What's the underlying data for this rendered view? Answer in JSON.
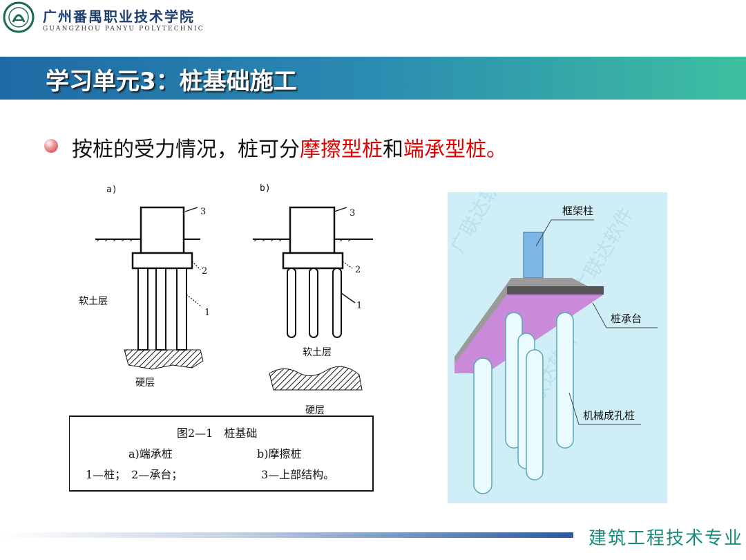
{
  "header": {
    "school_cn": "广州番禺职业技术学院",
    "school_en": "GUANGZHOU PANYU POLYTECHNIC"
  },
  "title": "学习单元3：桩基础施工",
  "bullet": {
    "prefix": "按桩的受力情况，桩可分",
    "term1": "摩擦型桩",
    "middle": "和",
    "term2": "端承型桩",
    "suffix": "。"
  },
  "figure_left": {
    "label_a": "a)",
    "label_b": "b)",
    "num1": "1",
    "num2": "2",
    "num3": "3",
    "soft_layer": "软土层",
    "hard_layer": "硬层",
    "caption_title": "图2—1　桩基础",
    "caption_a": "a)端承桩",
    "caption_b": "b)摩擦桩",
    "caption_legend1": "1—桩；　2—承台；",
    "caption_legend2": "3—上部结构。"
  },
  "figure_right": {
    "label_column": "框架柱",
    "label_cap": "桩承台",
    "label_pile": "机械成孔桩",
    "watermark": "广联达软件"
  },
  "footer": {
    "major": "建筑工程技术专业"
  },
  "colors": {
    "title_bar_start": "#1f6aa5",
    "title_bar_end": "#3ec0a0",
    "highlight": "#e00000",
    "major": "#1a8b7a"
  }
}
